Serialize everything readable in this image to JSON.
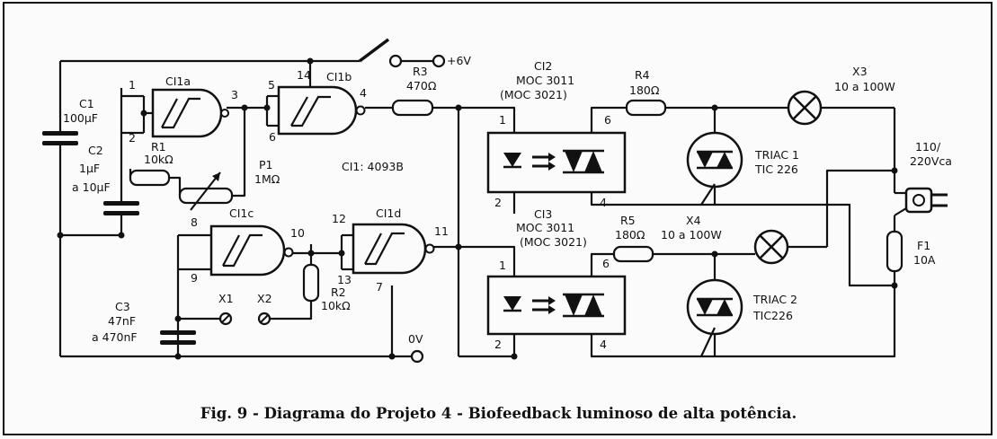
{
  "caption": "Fig. 9 - Diagrama do Projeto 4 - Biofeedback luminoso de alta potência.",
  "supply": {
    "positive": "+6V",
    "ground": "0V"
  },
  "ic_note": "CI1: 4093B",
  "gates": {
    "a": {
      "name": "CI1a",
      "pins": [
        "1",
        "2",
        "3"
      ]
    },
    "b": {
      "name": "CI1b",
      "pins": [
        "14",
        "5",
        "6",
        "4"
      ]
    },
    "c": {
      "name": "CI1c",
      "pins": [
        "8",
        "9",
        "10"
      ]
    },
    "d": {
      "name": "CI1d",
      "pins": [
        "12",
        "13",
        "11",
        "7"
      ]
    }
  },
  "capacitors": {
    "c1": {
      "name": "C1",
      "value": "100µF"
    },
    "c2": {
      "name": "C2",
      "value": "1µF",
      "value2": "a 10µF"
    },
    "c3": {
      "name": "C3",
      "value": "47nF",
      "value2": "a 470nF"
    }
  },
  "resistors": {
    "r1": {
      "name": "R1",
      "value": "10kΩ"
    },
    "r2": {
      "name": "R2",
      "value": "10kΩ"
    },
    "r3": {
      "name": "R3",
      "value": "470Ω"
    },
    "r4": {
      "name": "R4",
      "value": "180Ω"
    },
    "r5": {
      "name": "R5",
      "value": "180Ω"
    }
  },
  "potentiometer": {
    "name": "P1",
    "value": "1MΩ"
  },
  "electrodes": {
    "x1": "X1",
    "x2": "X2"
  },
  "optocouplers": {
    "ci2": {
      "name": "CI2",
      "part": "MOC 3011",
      "alt": "(MOC 3021)",
      "pins": [
        "1",
        "2",
        "6",
        "4"
      ]
    },
    "ci3": {
      "name": "CI3",
      "part": "MOC 3011",
      "alt": "(MOC 3021)",
      "pins": [
        "1",
        "2",
        "6",
        "4"
      ]
    }
  },
  "triacs": {
    "t1": {
      "name": "TRIAC 1",
      "part": "TIC 226"
    },
    "t2": {
      "name": "TRIAC 2",
      "part": "TIC226"
    }
  },
  "lamps": {
    "x3": {
      "name": "X3",
      "value": "10 a 100W"
    },
    "x4": {
      "name": "X4",
      "value": "10 a 100W"
    }
  },
  "mains": {
    "line1": "110/",
    "line2": "220Vca"
  },
  "fuse": {
    "name": "F1",
    "value": "10A"
  }
}
